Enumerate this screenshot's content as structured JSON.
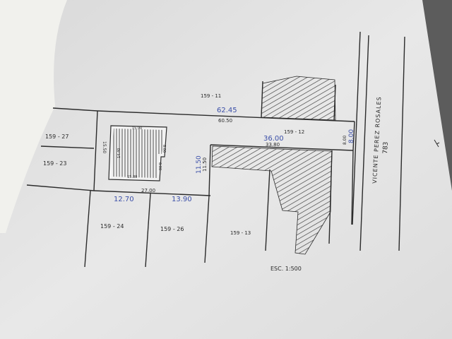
{
  "lots": {
    "north": "159 - 11",
    "east": "159 - 12",
    "west_top": "159 - 27",
    "west_bottom": "159 - 23",
    "south_a": "159 - 24",
    "south_b": "159 - 26",
    "south_c": "159 - 13"
  },
  "street": {
    "name": "VICENTE PEREZ ROSALES",
    "number": "783"
  },
  "scale": "ESC. 1:500",
  "dimensions": {
    "north_printed": "60.50",
    "north_hand": "62.45",
    "inner_printed": "33.80",
    "inner_hand": "36.00",
    "east_printed": "8.00",
    "east_hand": "8.00",
    "west_printed": "15.50",
    "middle_printed": "11.50",
    "middle_hand": "11.50",
    "south_printed": "27.00",
    "south_hand_left": "12.70",
    "south_hand_right": "13.90",
    "building_top": "15.90",
    "building_bottom": "15.80",
    "building_left": "14.40",
    "building_right_upper": "8.00",
    "building_right_lower": "6.00"
  },
  "colors": {
    "paper": "#e7e7e7",
    "line": "#2b2b2b",
    "hand_ink": "#3b4fa8"
  }
}
